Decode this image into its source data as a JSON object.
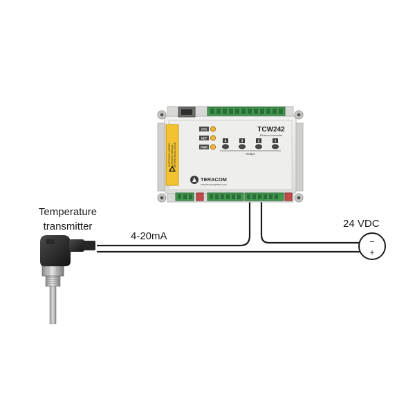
{
  "controller": {
    "model": "TCW242",
    "subtitle": "Ethernet controller",
    "brand": "TERACOM",
    "website": "www.teracomsystems.com",
    "leds": [
      "STS",
      "NET",
      "PWR"
    ],
    "relay_numbers": [
      "4",
      "3",
      "2",
      "1"
    ],
    "relays_label": "Relays",
    "warning_text": [
      "ELECTRICAL HAZARD",
      "CONSULT MANUAL",
      "BEFORE INSTALLATION"
    ]
  },
  "sensor": {
    "label_line1": "Temperature",
    "label_line2": "transmitter"
  },
  "signal": {
    "label": "4-20mA"
  },
  "power": {
    "label": "24 VDC",
    "minus": "−",
    "plus": "+"
  },
  "colors": {
    "housing": "#e9eae8",
    "terminal_green": "#3f9a4e",
    "warning_yellow": "#f2c230",
    "led_yellow": "#f0b63a",
    "wire": "#1a1a1a",
    "background": "#ffffff"
  }
}
